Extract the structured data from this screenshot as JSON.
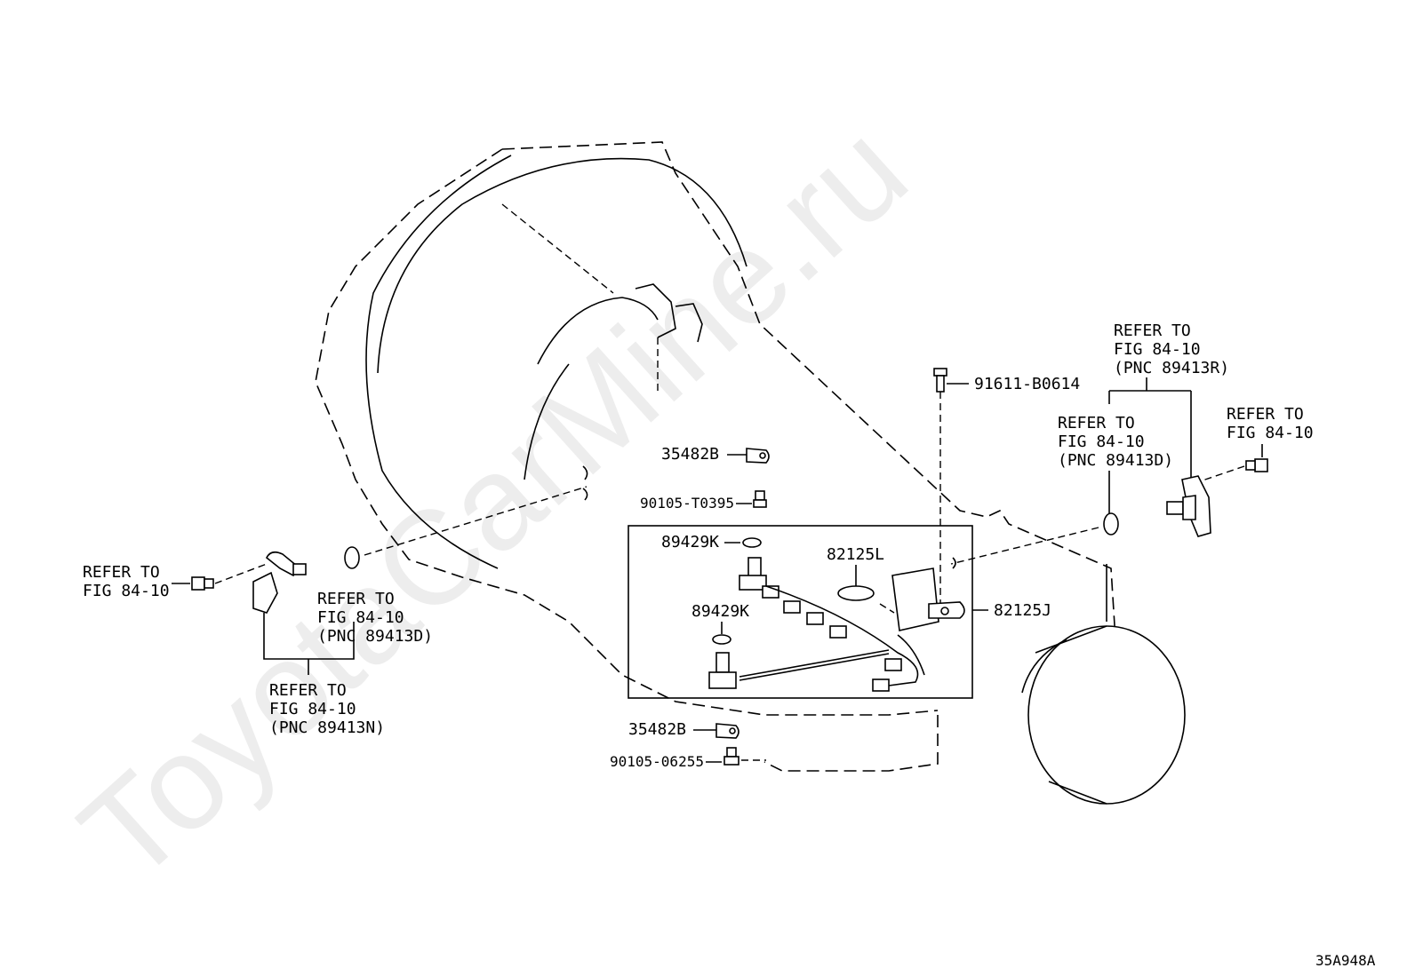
{
  "watermark": "ToyotaCarMine.ru",
  "figure_code": "35A948A",
  "labels": {
    "p91611": "91611-B0614",
    "p35482b_top": "35482B",
    "p90105_t0395": "90105-T0395",
    "p89429k_top": "89429K",
    "p82125l": "82125L",
    "p89429k_mid": "89429K",
    "p82125j": "82125J",
    "p35482b_bottom": "35482B",
    "p90105_06255": "90105-06255"
  },
  "refs": {
    "left_bolt": [
      "REFER TO",
      "FIG 84-10"
    ],
    "left_oring": [
      "REFER TO",
      "FIG 84-10",
      "(PNC 89413D)"
    ],
    "left_sensor": [
      "REFER TO",
      "FIG 84-10",
      "(PNC 89413N)"
    ],
    "right_top": [
      "REFER TO",
      "FIG 84-10",
      "(PNC 89413R)"
    ],
    "right_oring": [
      "REFER TO",
      "FIG 84-10",
      "(PNC 89413D)"
    ],
    "right_bolt": [
      "REFER TO",
      "FIG 84-10"
    ]
  }
}
